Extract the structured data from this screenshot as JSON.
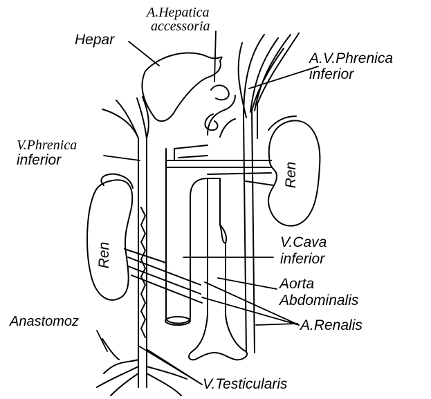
{
  "labels": {
    "hepar": "Hepar",
    "hepatica_accessoria_line1": "A.Hepatica",
    "hepatica_accessoria_line2": "accessoria",
    "av_phrenica_line1": "A.V.Phrenica",
    "av_phrenica_line2": "inferior",
    "v_phrenica_line1": "V.Phrenica",
    "v_phrenica_line2": "inferior",
    "ren_right": "Ren",
    "ren_left": "Ren",
    "v_cava_line1": "V.Cava",
    "v_cava_line2": "inferior",
    "aorta_line1": "Aorta",
    "aorta_line2": "Abdominalis",
    "anastomoz": "Anastomoz",
    "a_renalis": "A.Renalis",
    "v_testicularis": "V.Testicularis"
  },
  "colors": {
    "ink": "#000000",
    "background": "#ffffff"
  }
}
